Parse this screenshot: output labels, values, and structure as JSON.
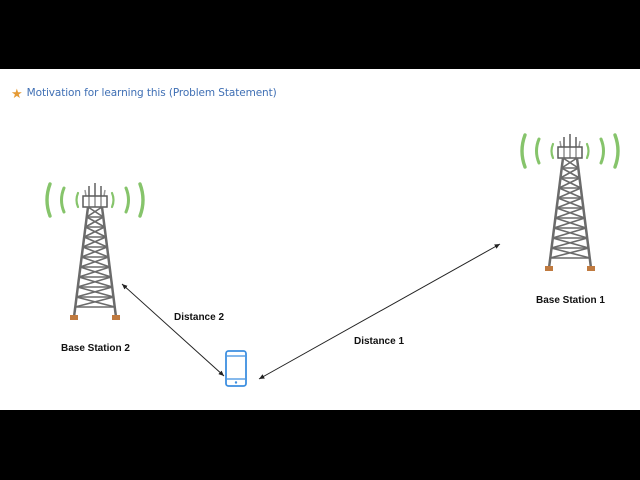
{
  "heading": {
    "icon": "star-icon",
    "text": "Motivation for learning this (Problem Statement)"
  },
  "towers": [
    {
      "label": "Base Station 1"
    },
    {
      "label": "Base Station 2"
    }
  ],
  "distances": [
    {
      "label": "Distance 1"
    },
    {
      "label": "Distance 2"
    }
  ],
  "device": {
    "icon": "mobile-phone-icon"
  },
  "colors": {
    "signal_waves": "#86c46b",
    "tower": "#6b6b6b",
    "tower_feet": "#c07a3f",
    "phone": "#3d8fe0",
    "heading_text": "#3f6fb4",
    "star": "#e59a35"
  }
}
